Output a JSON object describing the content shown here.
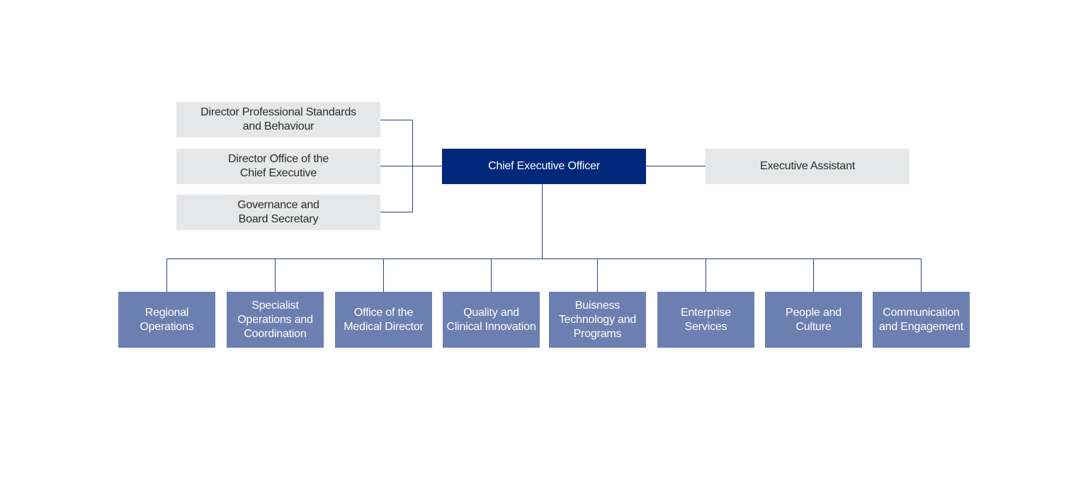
{
  "ceo": {
    "label": "Chief Executive Officer"
  },
  "executive_assistant": {
    "label": "Executive Assistant"
  },
  "left_offices": [
    {
      "label": "Director Professional Standards\nand Behaviour"
    },
    {
      "label": "Director Office of the\nChief Executive"
    },
    {
      "label": "Governance and\nBoard Secretary"
    }
  ],
  "divisions": [
    {
      "label": "Regional\nOperations"
    },
    {
      "label": "Specialist\nOperations and\nCoordination"
    },
    {
      "label": "Office of the\nMedical Director"
    },
    {
      "label": "Quality and\nClinical Innovation"
    },
    {
      "label": "Buisness\nTechnology and\nPrograms"
    },
    {
      "label": "Enterprise\nServices"
    },
    {
      "label": "People and\nCulture"
    },
    {
      "label": "Communication\nand Engagement"
    }
  ],
  "colors": {
    "ceo_fill": "#00287a",
    "division_fill": "#6b7fb0",
    "office_fill": "#e6e7e8",
    "connector": "#2f3f86"
  }
}
